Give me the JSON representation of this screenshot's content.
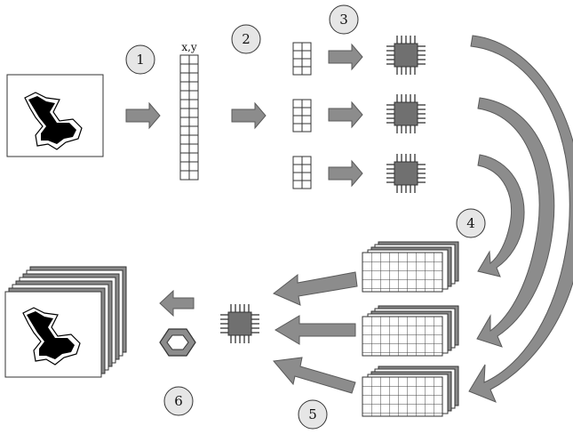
{
  "diagram": {
    "coord_label": "x,y",
    "steps": [
      "1",
      "2",
      "3",
      "4",
      "5",
      "6"
    ],
    "colors": {
      "arrow_fill": "#8c8c8c",
      "arrow_stroke": "#5a5a5a",
      "chip_fill": "#707070",
      "circle_fill": "#e6e6e6",
      "shape_black": "#000000",
      "stack_gray": "#8a8a8a"
    }
  }
}
